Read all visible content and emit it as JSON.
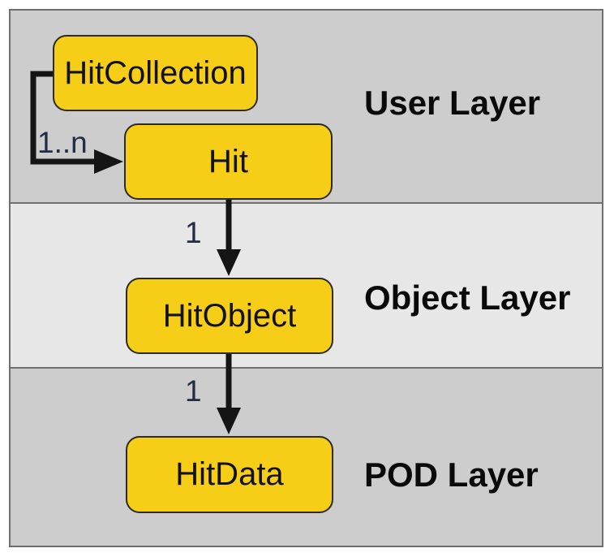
{
  "diagram": {
    "layers": [
      {
        "label": "User Layer"
      },
      {
        "label": "Object Layer"
      },
      {
        "label": "POD Layer"
      }
    ],
    "nodes": [
      {
        "label": "HitCollection",
        "layer": "User Layer"
      },
      {
        "label": "Hit",
        "layer": "User Layer"
      },
      {
        "label": "HitObject",
        "layer": "Object Layer"
      },
      {
        "label": "HitData",
        "layer": "POD Layer"
      }
    ],
    "edges": [
      {
        "from": "HitCollection",
        "to": "Hit",
        "label": "1..n"
      },
      {
        "from": "Hit",
        "to": "HitObject",
        "label": "1"
      },
      {
        "from": "HitObject",
        "to": "HitData",
        "label": "1"
      }
    ],
    "colors": {
      "node_fill": "#f7ce17",
      "node_border": "#2e2a1f",
      "band_dark": "#cdcdcd",
      "band_light": "#e7e7e7",
      "frame_border": "#6f6f6f",
      "arrow": "#151515",
      "edge_label_text": "#222c42",
      "node_text": "#121212",
      "layer_label_text": "#0a0a0a"
    }
  }
}
